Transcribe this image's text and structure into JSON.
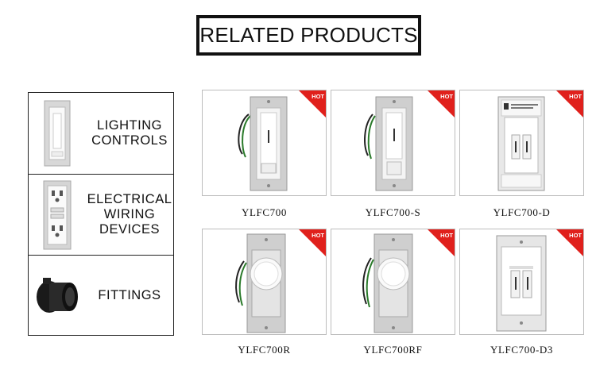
{
  "header": {
    "title": "RELATED PRODUCTS"
  },
  "categories": [
    {
      "label": "LIGHTING\nCONTROLS",
      "icon": "dimmer-switch-icon"
    },
    {
      "label": "ELECTRICAL\nWIRING\nDEVICES",
      "icon": "gfci-outlet-icon"
    },
    {
      "label": "FITTINGS",
      "icon": "conduit-fitting-icon"
    }
  ],
  "products": [
    {
      "name": "YLFC700",
      "badge": "HOT"
    },
    {
      "name": "YLFC700-S",
      "badge": "HOT"
    },
    {
      "name": "YLFC700-D",
      "badge": "HOT"
    },
    {
      "name": "YLFC700R",
      "badge": "HOT"
    },
    {
      "name": "YLFC700RF",
      "badge": "HOT"
    },
    {
      "name": "YLFC700-D3",
      "badge": "HOT"
    }
  ],
  "colors": {
    "hot_badge": "#e0201c",
    "border": "#bdbdbd"
  }
}
